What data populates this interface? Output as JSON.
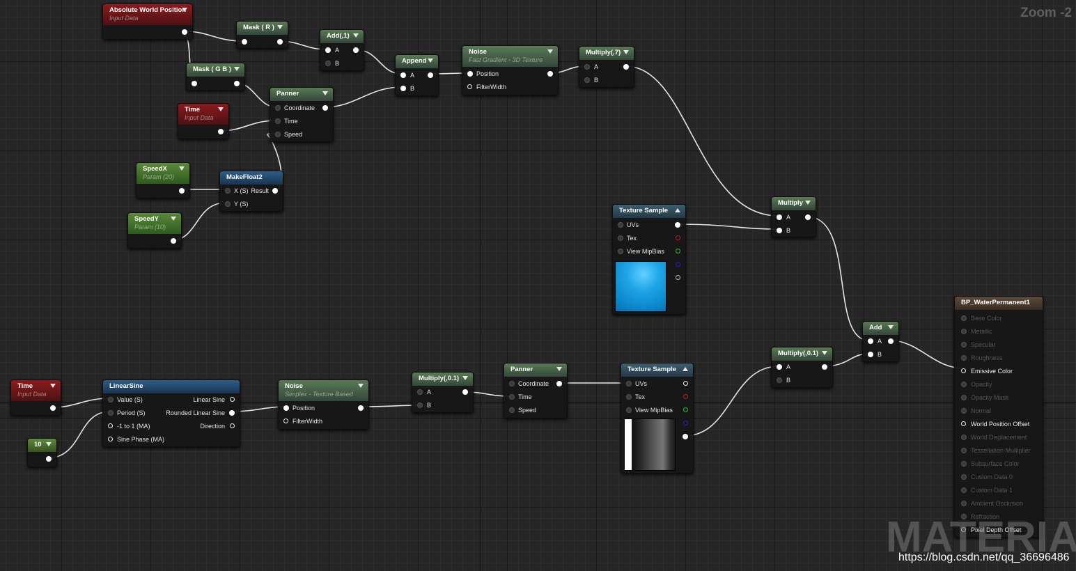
{
  "zoom_label": "Zoom -2",
  "watermark_text": "MATERIAL",
  "watermark_url": "https://blog.csdn.net/qq_36696486",
  "nodes": {
    "absolute_world_position": {
      "title": "Absolute World Position",
      "subtitle": "Input Data"
    },
    "mask_r": {
      "title": "Mask ( R )"
    },
    "mask_gb": {
      "title": "Mask ( G B )"
    },
    "add_1": {
      "title": "Add(,1)",
      "pin_a": "A",
      "pin_b": "B"
    },
    "append": {
      "title": "Append",
      "pin_a": "A",
      "pin_b": "B"
    },
    "noise_top": {
      "title": "Noise",
      "subtitle": "Fast Gradient - 3D Texture",
      "pin_position": "Position",
      "pin_filterwidth": "FilterWidth"
    },
    "multiply_7": {
      "title": "Multiply(,7)",
      "pin_a": "A",
      "pin_b": "B"
    },
    "panner_top": {
      "title": "Panner",
      "pin_coordinate": "Coordinate",
      "pin_time": "Time",
      "pin_speed": "Speed"
    },
    "time_top": {
      "title": "Time",
      "subtitle": "Input Data"
    },
    "speedx": {
      "title": "SpeedX",
      "subtitle": "Param (20)"
    },
    "speedy": {
      "title": "SpeedY",
      "subtitle": "Param (10)"
    },
    "makefloat2": {
      "title": "MakeFloat2",
      "pin_x": "X (S)",
      "pin_result": "Result",
      "pin_y": "Y (S)"
    },
    "texture_sample_top": {
      "title": "Texture Sample",
      "pin_uvs": "UVs",
      "pin_tex": "Tex",
      "pin_mipbias": "View MipBias"
    },
    "multiply_mid": {
      "title": "Multiply",
      "pin_a": "A",
      "pin_b": "B"
    },
    "add_final": {
      "title": "Add",
      "pin_a": "A",
      "pin_b": "B"
    },
    "multiply_01_right": {
      "title": "Multiply(,0.1)",
      "pin_a": "A",
      "pin_b": "B"
    },
    "time_bottom": {
      "title": "Time",
      "subtitle": "Input Data"
    },
    "const_10": {
      "title": "10"
    },
    "linear_sine": {
      "title": "LinearSine",
      "pin_value": "Value (S)",
      "pin_linear_sine": "Linear Sine",
      "pin_period": "Period (S)",
      "pin_rounded": "Rounded Linear Sine",
      "pin_range": "-1 to 1 (MA)",
      "pin_direction": "Direction",
      "pin_phase": "Sine Phase (MA)"
    },
    "noise_bottom": {
      "title": "Noise",
      "subtitle": "Simplex - Texture Based",
      "pin_position": "Position",
      "pin_filterwidth": "FilterWidth"
    },
    "multiply_01_left": {
      "title": "Multiply(,0.1)",
      "pin_a": "A",
      "pin_b": "B"
    },
    "panner_bottom": {
      "title": "Panner",
      "pin_coordinate": "Coordinate",
      "pin_time": "Time",
      "pin_speed": "Speed"
    },
    "texture_sample_bottom": {
      "title": "Texture Sample",
      "pin_uvs": "UVs",
      "pin_tex": "Tex",
      "pin_mipbias": "View MipBias"
    },
    "result": {
      "title": "BP_WaterPermanent1",
      "pins": [
        {
          "label": "Base Color",
          "active": false
        },
        {
          "label": "Metallic",
          "active": false
        },
        {
          "label": "Specular",
          "active": false
        },
        {
          "label": "Roughness",
          "active": false
        },
        {
          "label": "Emissive Color",
          "active": true
        },
        {
          "label": "Opacity",
          "active": false
        },
        {
          "label": "Opacity Mask",
          "active": false
        },
        {
          "label": "Normal",
          "active": false
        },
        {
          "label": "World Position Offset",
          "active": true
        },
        {
          "label": "World Displacement",
          "active": false
        },
        {
          "label": "Tessellation Multiplier",
          "active": false
        },
        {
          "label": "Subsurface Color",
          "active": false
        },
        {
          "label": "Custom Data 0",
          "active": false
        },
        {
          "label": "Custom Data 1",
          "active": false
        },
        {
          "label": "Ambient Occlusion",
          "active": false
        },
        {
          "label": "Refraction",
          "active": false
        },
        {
          "label": "Pixel Depth Offset",
          "active": true
        }
      ]
    }
  }
}
